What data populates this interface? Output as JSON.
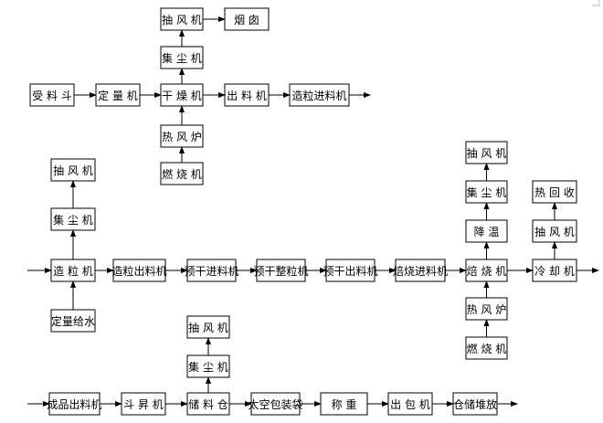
{
  "nodes": {
    "n_choufeng_a": "抽 风 机",
    "n_yancong": "烟 囱",
    "n_jichen_a": "集 尘 机",
    "n_shouliaodou": "受 料 斗",
    "n_dingliangji": "定 量 机",
    "n_ganzaoji": "干 燥 机",
    "n_chuliaoji_a": "出 料 机",
    "n_zaoli_jinliao": "造粒进料机",
    "n_refenglu_a": "热 风 炉",
    "n_ranshao_a": "燃 烧 机",
    "n_choufeng_b": "抽 风 机",
    "n_jichen_b": "集 尘 机",
    "n_zaoliji": "造 粒 机",
    "n_dingliang_geishui": "定量给水",
    "n_zaoli_chuliao": "造粒出料机",
    "n_yugan_jinliao": "预干进料机",
    "n_yugan_zhengli": "预干整粒机",
    "n_yugan_chuliao": "预干出料机",
    "n_beishao_jinliao": "焙烧进料机",
    "n_choufeng_c": "抽 风 机",
    "n_jichen_c": "集 尘 机",
    "n_jiangwen": "降  温",
    "n_beishaoji": "焙 烧 机",
    "n_refenglu_b": "热 风 炉",
    "n_ranshao_b": "燃 烧 机",
    "n_rehuishou": "热 回 收",
    "n_choufeng_d": "抽 风 机",
    "n_lengqueji": "冷 却 机",
    "n_choufeng_e": "抽 风 机",
    "n_jichen_e": "集 尘 机",
    "n_chengpin_chuliao": "成品出料机",
    "n_doushengji": "斗 昇 机",
    "n_chuliaocang": "储 料 仓",
    "n_taikong": "太空包装袋",
    "n_chengzhong": "称   重",
    "n_chubaoji": "出 包 机",
    "n_cangchu": "仓储堆放"
  }
}
